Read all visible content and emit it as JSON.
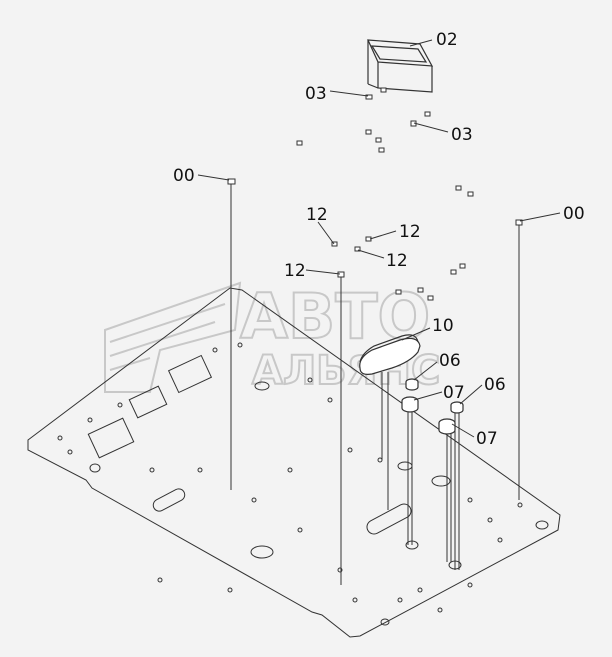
{
  "watermark": {
    "line1": "АВТО",
    "line2": "АЛЬЯНС"
  },
  "callouts": [
    {
      "id": "c-02a",
      "text": "02"
    },
    {
      "id": "c-03a",
      "text": "03"
    },
    {
      "id": "c-03b",
      "text": "03"
    },
    {
      "id": "c-00a",
      "text": "00"
    },
    {
      "id": "c-00b",
      "text": "00"
    },
    {
      "id": "c-12a",
      "text": "12"
    },
    {
      "id": "c-12b",
      "text": "12"
    },
    {
      "id": "c-12c",
      "text": "12"
    },
    {
      "id": "c-12d",
      "text": "12"
    },
    {
      "id": "c-10",
      "text": "10"
    },
    {
      "id": "c-06a",
      "text": "06"
    },
    {
      "id": "c-07a",
      "text": "07"
    },
    {
      "id": "c-06b",
      "text": "06"
    },
    {
      "id": "c-07b",
      "text": "07"
    }
  ],
  "colors": {
    "line": "#333333",
    "paper": "#f3f3f3",
    "watermark": "#c8c8c8"
  }
}
